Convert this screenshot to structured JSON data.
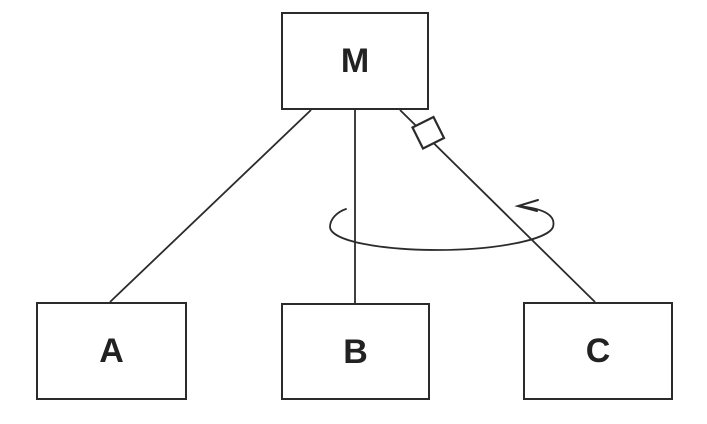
{
  "diagram": {
    "background_color": "#ffffff",
    "stroke_color": "#2b2b2b",
    "node_fill_color": "#ffffff",
    "nodes": [
      {
        "id": "M",
        "label": "M"
      },
      {
        "id": "A",
        "label": "A"
      },
      {
        "id": "B",
        "label": "B"
      },
      {
        "id": "C",
        "label": "C"
      }
    ],
    "edges": [
      {
        "from": "M",
        "to": "A",
        "marker": "none"
      },
      {
        "from": "M",
        "to": "B",
        "marker": "none"
      },
      {
        "from": "M",
        "to": "C",
        "marker": "open-diamond-near-M"
      }
    ],
    "annotations": [
      {
        "id": "ordering-arrow",
        "shape": "elliptical-arc-arrow",
        "direction": "counter-clockwise",
        "crosses": [
          "edge M-B",
          "edge M-C"
        ]
      }
    ]
  }
}
